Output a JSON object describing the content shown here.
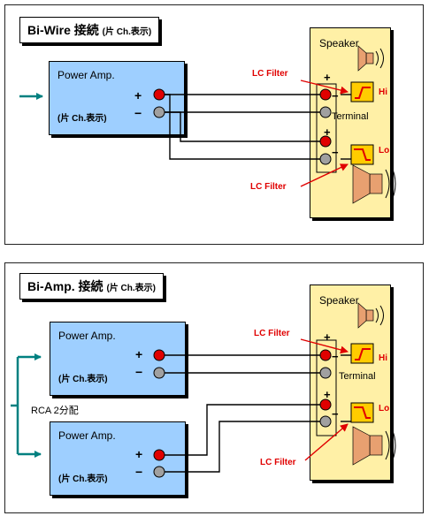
{
  "panels": [
    {
      "title": "Bi-Wire 接続",
      "title_note": "(片 Ch.表示)"
    },
    {
      "title": "Bi-Amp. 接続",
      "title_note": "(片 Ch.表示)"
    }
  ],
  "amp": {
    "name": "Power Amp.",
    "sub": "(片 Ch.表示)",
    "plus": "+",
    "minus": "−"
  },
  "speaker": {
    "name": "Speaker",
    "terminal": "Terminal",
    "hi": "Hi",
    "lo": "Lo",
    "lc_filter": "LC Filter",
    "plus": "+",
    "minus": "−"
  },
  "split_label": "RCA  2分配",
  "colors": {
    "amp": "#9ecfff",
    "speaker": "#fff0a6",
    "filter": "#ffcc00",
    "arrow": "#008080",
    "hot": "#e00000",
    "cold": "#a0a0a0",
    "label": "#e00000"
  }
}
